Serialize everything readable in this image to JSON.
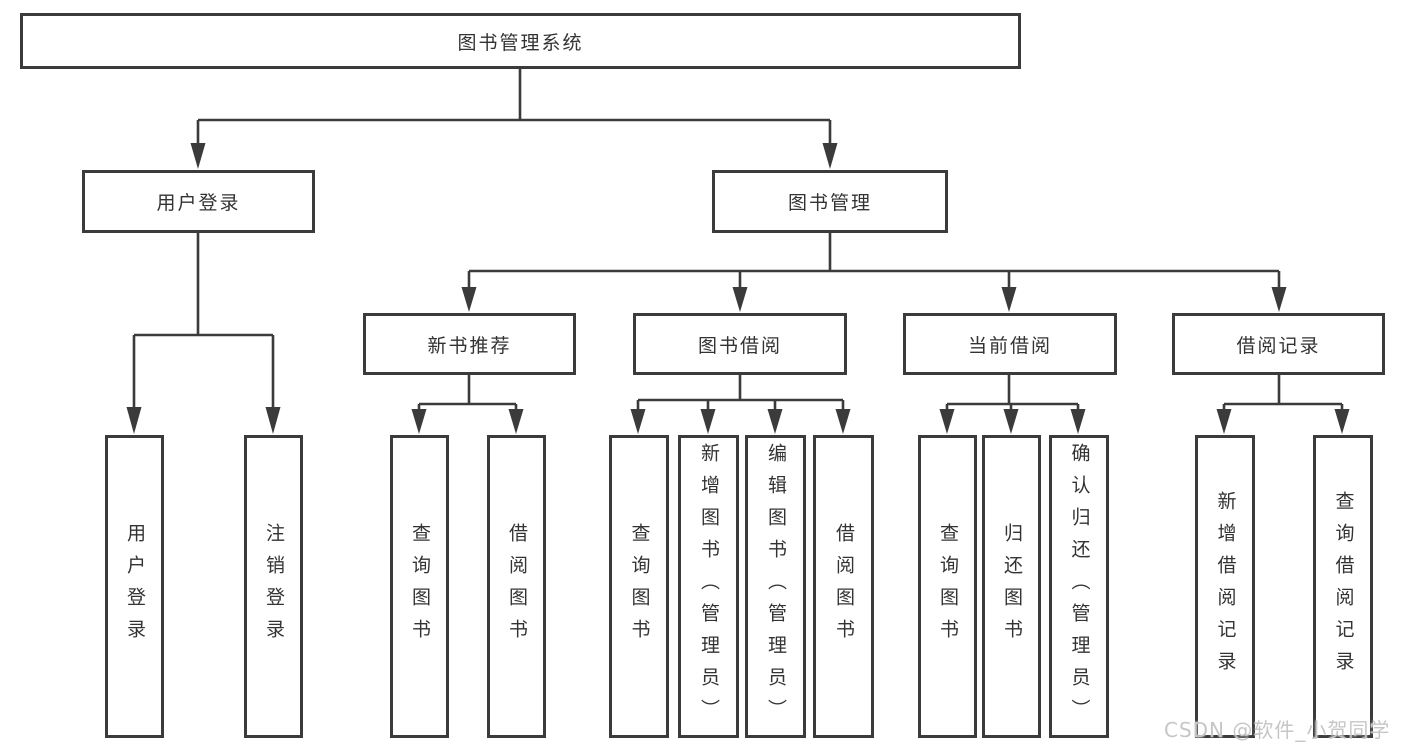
{
  "diagram": {
    "watermark": "CSDN @软件_小贺同学",
    "colors": {
      "line": "#3b3b3b",
      "box_border": "#3b3b3b",
      "text": "#333333",
      "background": "#ffffff",
      "watermark": "#c6c6c6"
    },
    "tree": {
      "label": "图书管理系统",
      "children": [
        {
          "label": "用户登录",
          "children": [
            {
              "label": "用户登录"
            },
            {
              "label": "注销登录"
            }
          ]
        },
        {
          "label": "图书管理",
          "children": [
            {
              "label": "新书推荐",
              "children": [
                {
                  "label": "查询图书"
                },
                {
                  "label": "借阅图书"
                }
              ]
            },
            {
              "label": "图书借阅",
              "children": [
                {
                  "label": "查询图书"
                },
                {
                  "label": "新增图书（管理员）"
                },
                {
                  "label": "编辑图书（管理员）"
                },
                {
                  "label": "借阅图书"
                }
              ]
            },
            {
              "label": "当前借阅",
              "children": [
                {
                  "label": "查询图书"
                },
                {
                  "label": "归还图书"
                },
                {
                  "label": "确认归还（管理员）"
                }
              ]
            },
            {
              "label": "借阅记录",
              "children": [
                {
                  "label": "新增借阅记录"
                },
                {
                  "label": "查询借阅记录"
                }
              ]
            }
          ]
        }
      ]
    }
  }
}
